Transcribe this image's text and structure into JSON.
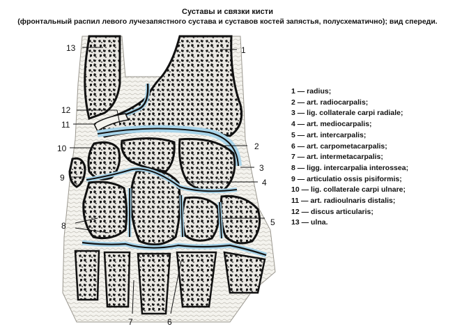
{
  "header": {
    "title": "Суставы и связки кисти",
    "subtitle": "(фронтальный распил левого лучезапястного сустава и суставов костей запястья, полусхематично); вид спереди."
  },
  "callouts": [
    "1",
    "2",
    "3",
    "4",
    "5",
    "6",
    "7",
    "8",
    "9",
    "10",
    "11",
    "12",
    "13"
  ],
  "legend": [
    {
      "num": "1",
      "text": "— radius;"
    },
    {
      "num": "2",
      "text": "— art. radiocarpalis;"
    },
    {
      "num": "3",
      "text": "— lig. collaterale carpi radiale;"
    },
    {
      "num": "4",
      "text": "— art. mediocarpalis;"
    },
    {
      "num": "5",
      "text": "— art. intercarpalis;"
    },
    {
      "num": "6",
      "text": "— art. carpometacarpalis;"
    },
    {
      "num": "7",
      "text": "— art. intermetacarpalis;"
    },
    {
      "num": "8",
      "text": "— ligg. intercarpalia interossea;"
    },
    {
      "num": "9",
      "text": "— articulatio ossis pisiformis;"
    },
    {
      "num": "10",
      "text": "— lig. collaterale carpi ulnare;"
    },
    {
      "num": "11",
      "text": "— art. radioulnaris distalis;"
    },
    {
      "num": "12",
      "text": "— discus articularis;"
    },
    {
      "num": "13",
      "text": "— ulna."
    }
  ],
  "colors": {
    "bone": "#e9e7e2",
    "joint": "#a8d4ea",
    "cortex": "#111111",
    "ligament": "#f4f3ee"
  }
}
